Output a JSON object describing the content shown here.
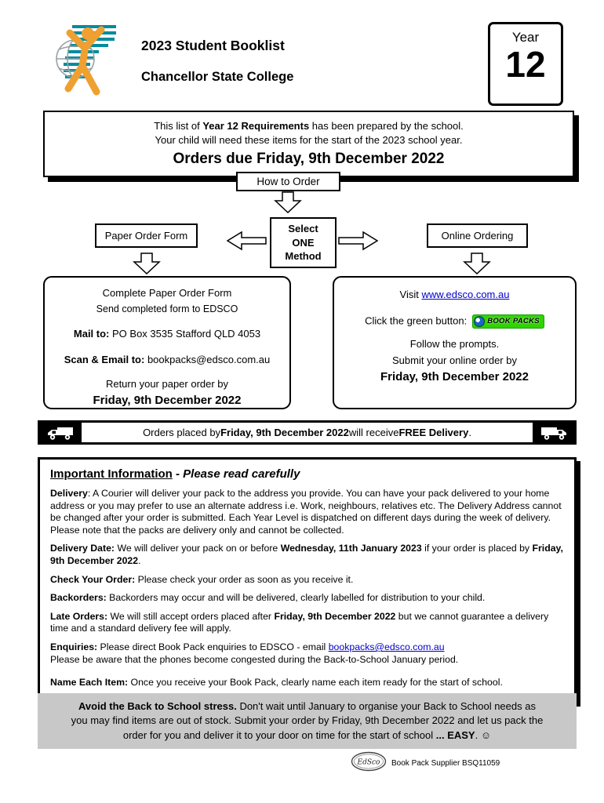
{
  "header": {
    "title_line1": "2023 Student Booklist",
    "title_line2": "Chancellor State College",
    "year_label": "Year",
    "year_value": "12"
  },
  "notice": {
    "line1": [
      {
        "text": "This list of "
      },
      {
        "text": "Year 12 Requirements",
        "bold": true
      },
      {
        "text": " has been prepared by the school."
      }
    ],
    "line2": "Your child will need these items for the start of the 2023 school year.",
    "orders_due": "Orders due Friday,  9th  December 2022"
  },
  "flow": {
    "how_to_order": "How to Order",
    "paper_option": "Paper Order Form",
    "select_l1": "Select",
    "select_l2": "ONE",
    "select_l3": "Method",
    "online_option": "Online Ordering"
  },
  "paper_box": {
    "heading": "Complete Paper Order Form",
    "subheading": "Send completed form to EDSCO",
    "mail_line": [
      {
        "text": "Mail to:",
        "bold": true
      },
      {
        "text": " PO Box 3535 Stafford QLD 4053"
      }
    ],
    "scan_line": [
      {
        "text": "Scan & Email to:",
        "bold": true
      },
      {
        "text": " bookpacks@edsco.com.au"
      }
    ],
    "return_line": "Return your paper order by",
    "deadline": "Friday,  9th  December 2022"
  },
  "online_box": {
    "visit_line": [
      {
        "text": "Visit  "
      },
      {
        "text": "www.edsco.com.au",
        "link": true,
        "name": "edsco-website-link"
      }
    ],
    "click_label": "Click the green button:",
    "green_button_text": "BOOK PACKS",
    "follow_line": "Follow the prompts.",
    "submit_line": "Submit your online order by",
    "deadline": "Friday,  9th  December 2022"
  },
  "delivery_banner": {
    "message": [
      {
        "text": "Orders placed by "
      },
      {
        "text": "Friday,  9th  December 2022",
        "bold": true
      },
      {
        "text": " will receive "
      },
      {
        "text": "FREE Delivery",
        "bold": true
      },
      {
        "text": "."
      }
    ]
  },
  "important": {
    "heading": "Important Information",
    "separator": " - ",
    "subheading": "Please read carefully",
    "paragraphs": [
      [
        {
          "text": "Delivery",
          "bold": true
        },
        {
          "text": ":  A Courier will deliver your pack to the address you provide. You can have your pack delivered to your home address or you may prefer to use an alternate address i.e. Work, neighbours, relatives etc. The Delivery Address cannot be changed after your order is submitted. Each Year Level is dispatched on different days during the week of delivery. Please note that the packs are delivery only and cannot be collected."
        }
      ],
      [
        {
          "text": "Delivery Date:",
          "bold": true
        },
        {
          "text": " We will deliver your pack on or before "
        },
        {
          "text": "Wednesday, 11th  January 2023",
          "bold": true
        },
        {
          "text": " if your order is placed by "
        },
        {
          "text": "Friday,  9th  December 2022",
          "bold": true
        },
        {
          "text": "."
        }
      ],
      [
        {
          "text": "Check Your Order:",
          "bold": true
        },
        {
          "text": "  Please check your order as soon as you receive it."
        }
      ],
      [
        {
          "text": "Backorders:",
          "bold": true
        },
        {
          "text": " Backorders may occur and will be delivered, clearly labelled for distribution to your child."
        }
      ],
      [
        {
          "text": "Late Orders:",
          "bold": true
        },
        {
          "text": " We will still accept orders placed after "
        },
        {
          "text": "Friday,  9th  December 2022",
          "bold": true
        },
        {
          "text": " but we cannot guarantee a delivery time and a standard delivery fee will apply."
        }
      ],
      [
        {
          "text": "Enquiries:",
          "bold": true
        },
        {
          "text": "  Please direct Book Pack enquiries to EDSCO - email "
        },
        {
          "text": "bookpacks@edsco.com.au",
          "link": true,
          "name": "bookpacks-email-link"
        },
        {
          "br": true
        },
        {
          "text": "Please be aware that the phones become congested during the Back-to-School January period."
        }
      ],
      [
        {
          "text": "Name Each Item:",
          "bold": true
        },
        {
          "text": " Once you receive your Book Pack, clearly name each item ready for the start of school."
        }
      ]
    ]
  },
  "stress_box": {
    "message": [
      {
        "text": "Avoid the Back to School stress.",
        "bold": true
      },
      {
        "text": "  Don't wait until January to organise your Back to School needs as you may find items are out of stock.  Submit your order by Friday,  9th  December 2022 and let us pack the order for you and deliver it to your door on time for the start of school "
      },
      {
        "text": "... EASY",
        "bold": true
      },
      {
        "text": ". ☺"
      }
    ]
  },
  "footer": {
    "logo_text": "EdSco",
    "supplier_text": "Book Pack Supplier  BSQ11059"
  },
  "colors": {
    "banner_bg": "#000000",
    "green_button": "#2fd400",
    "stress_box_bg": "#c8c8c8",
    "link": "#0000cc",
    "logo_orange": "#f0a030",
    "logo_teal": "#008b9e"
  }
}
